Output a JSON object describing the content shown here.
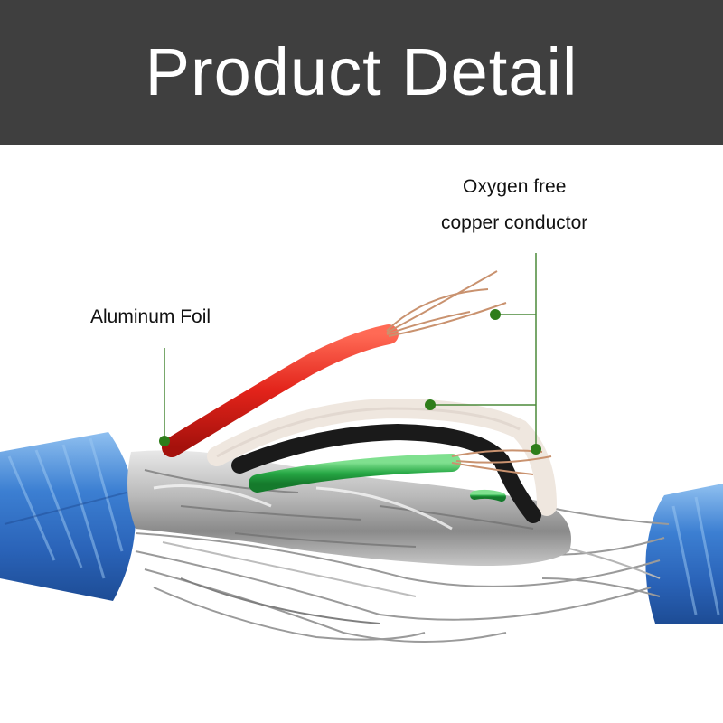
{
  "header": {
    "title": "Product Detail",
    "background": "#3f3f3f",
    "text_color": "#ffffff"
  },
  "photo": {
    "subject": "stripped blue USB cable exposing aluminum foil shield, braided wire, and red, white, black, green insulated cores",
    "callouts": {
      "aluminum_foil": "Aluminum Foil",
      "copper_line1": "Oxygen free",
      "copper_line2": "copper conductor"
    },
    "callout_color": "#2e7d1a",
    "jacket_color": "#2f6fc8",
    "wire_colors": [
      "#e2231a",
      "#f2ece6",
      "#1a1a1a",
      "#27a845"
    ]
  }
}
